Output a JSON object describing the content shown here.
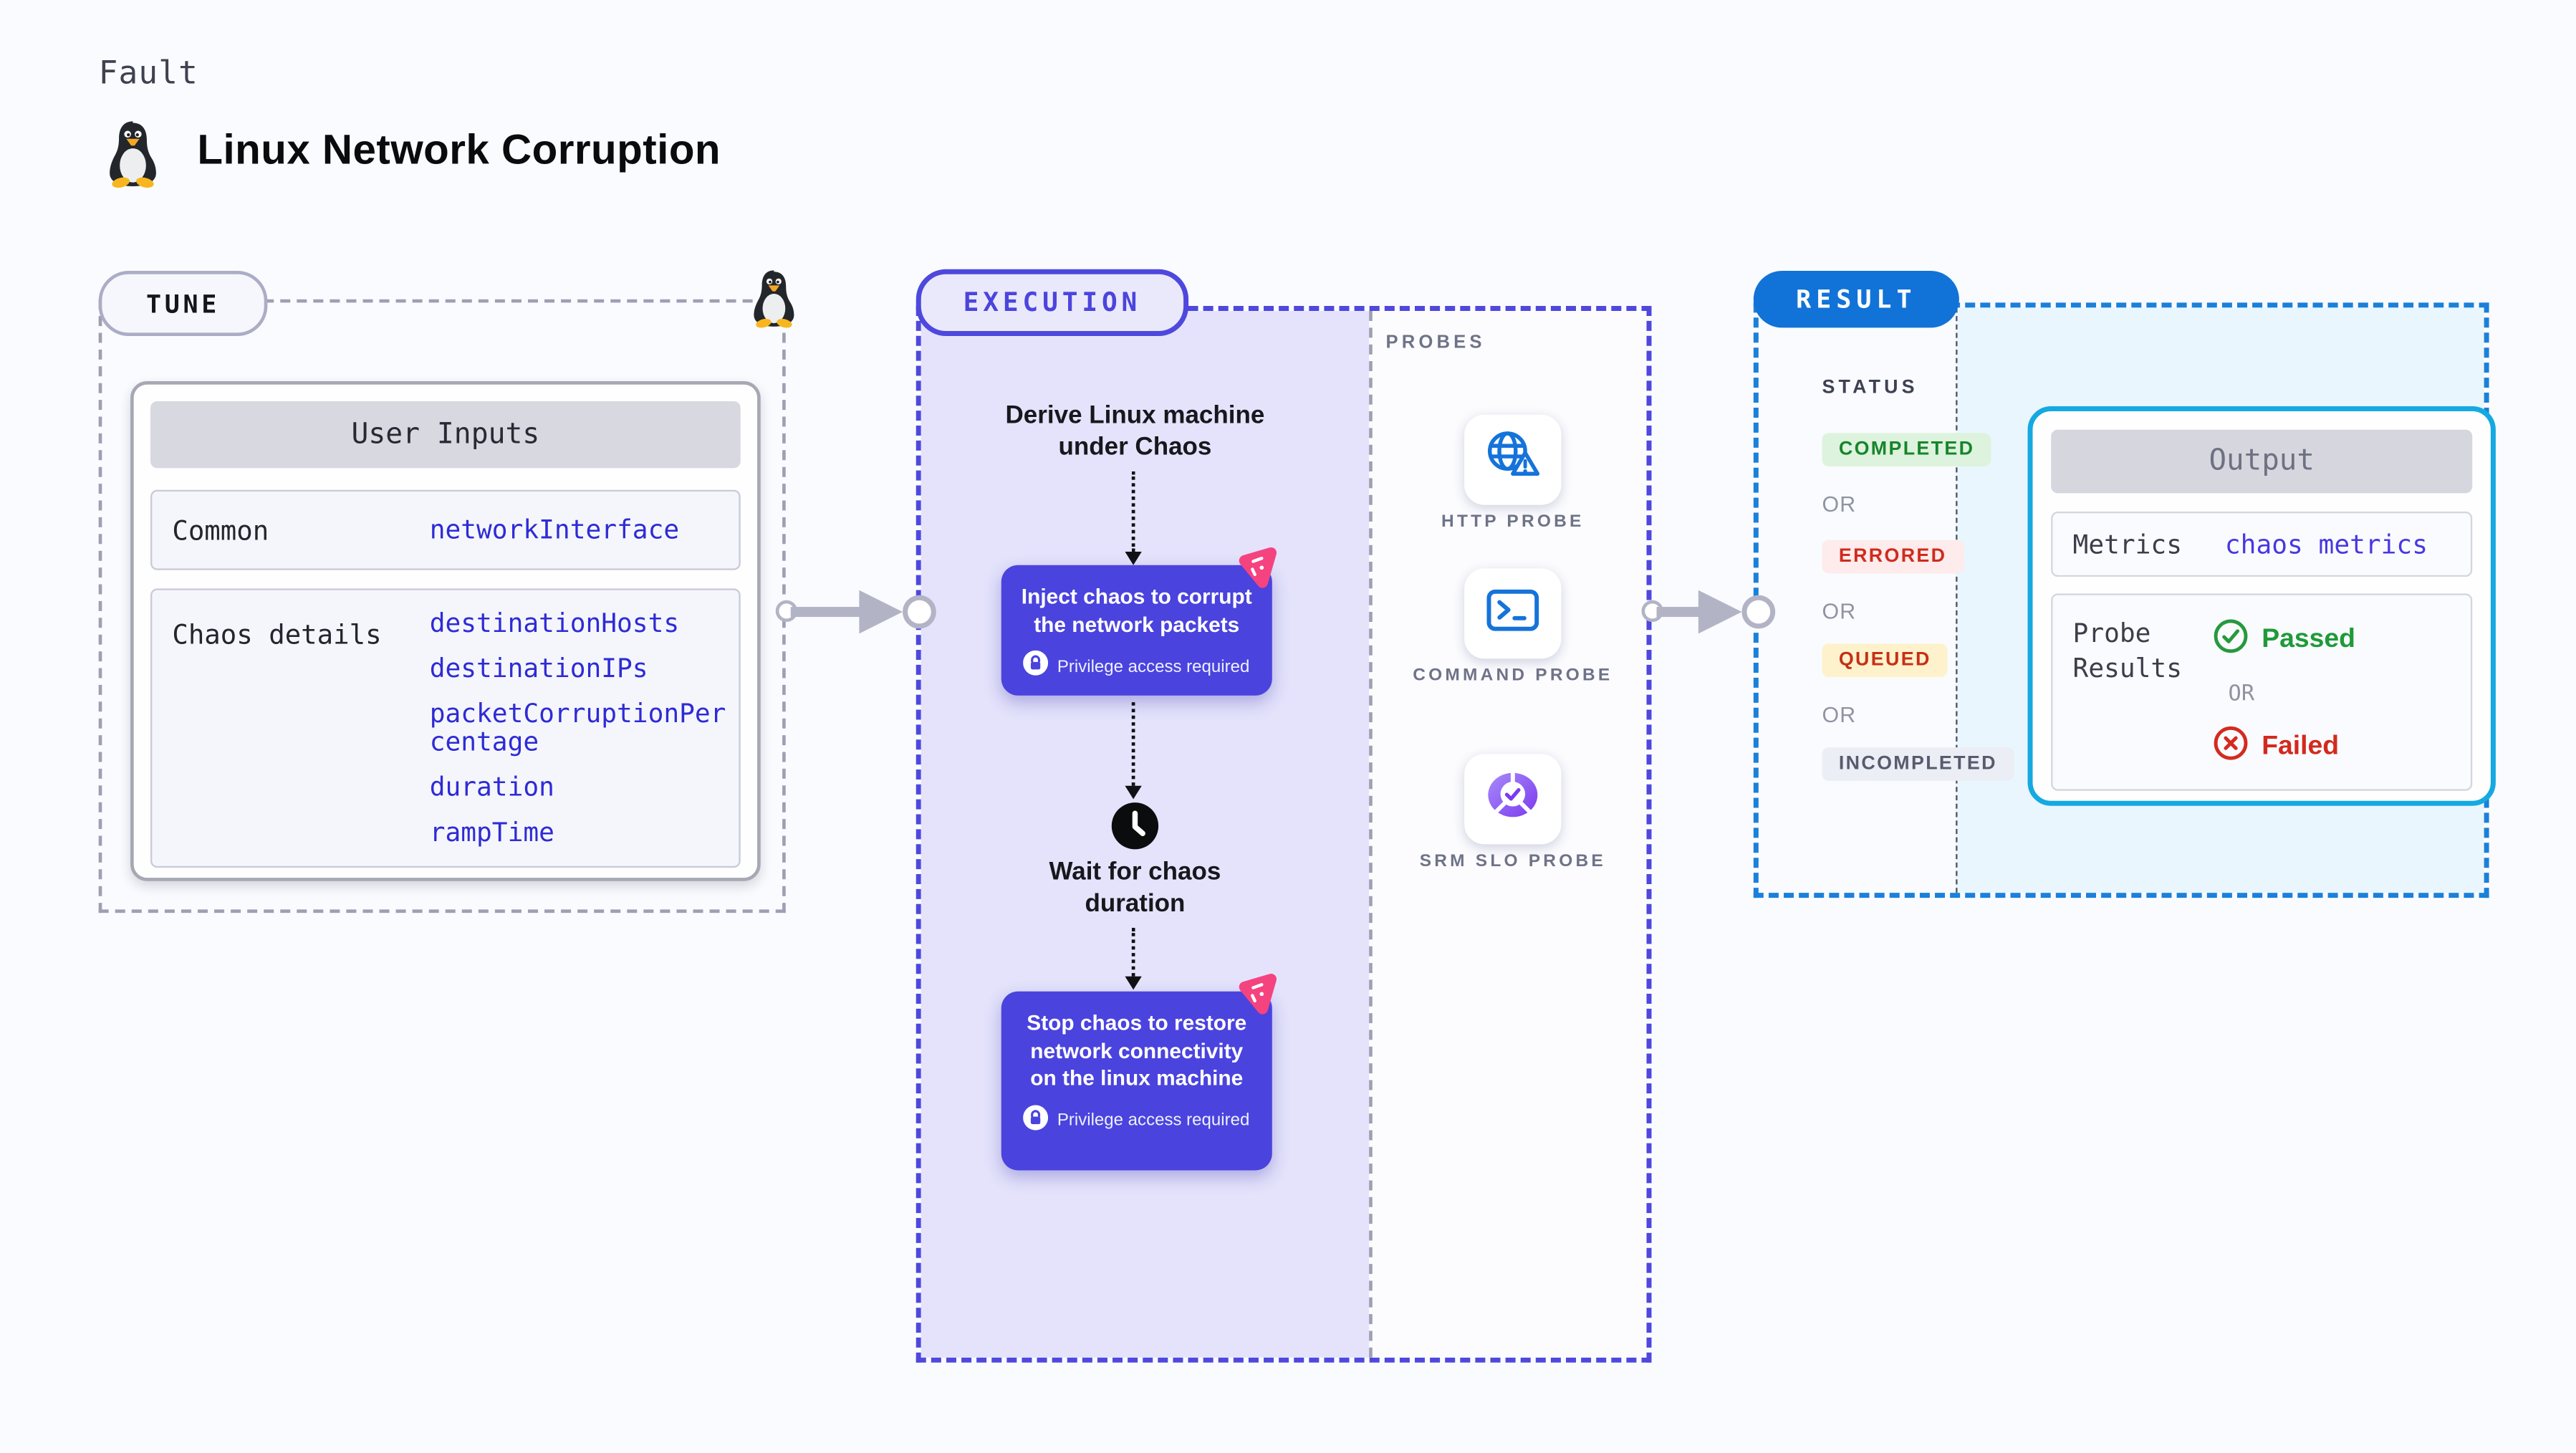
{
  "header": {
    "kicker": "Fault",
    "title": "Linux Network Corruption"
  },
  "tune": {
    "badge": "TUNE",
    "panel_title": "User Inputs",
    "rows": [
      {
        "label": "Common",
        "value": "networkInterface"
      },
      {
        "label": "Chaos details",
        "values": [
          "destinationHosts",
          "destinationIPs",
          "packetCorruptionPercentage",
          "duration",
          "rampTime"
        ]
      }
    ]
  },
  "execution": {
    "badge": "EXECUTION",
    "steps": {
      "derive": "Derive Linux machine under Chaos",
      "inject": "Inject chaos to corrupt the network packets",
      "wait": "Wait for chaos duration",
      "stop": "Stop chaos to restore network connectivity on the linux machine"
    },
    "privilege_note": "Privilege access required"
  },
  "probes": {
    "label": "PROBES",
    "items": [
      {
        "label": "HTTP PROBE"
      },
      {
        "label": "COMMAND PROBE"
      },
      {
        "label": "SRM SLO PROBE"
      }
    ]
  },
  "result": {
    "badge": "RESULT",
    "status_label": "STATUS",
    "or_label": "OR",
    "statuses": [
      {
        "label": "COMPLETED",
        "bg": "#ddf3dd",
        "color": "#17852c"
      },
      {
        "label": "ERRORED",
        "bg": "#fdeceb",
        "color": "#d02a1e"
      },
      {
        "label": "QUEUED",
        "bg": "#fdf2cc",
        "color": "#c62f16"
      },
      {
        "label": "INCOMPLETED",
        "bg": "#eceef6",
        "color": "#565b6e"
      }
    ],
    "output": {
      "title": "Output",
      "metrics_label": "Metrics",
      "metrics_value": "chaos metrics",
      "probe_results_label": "Probe Results",
      "passed_label": "Passed",
      "failed_label": "Failed"
    }
  },
  "icons": {
    "penguin": "tux-penguin-icon",
    "chaos": "chaos-experiment-icon",
    "lock": "lock-icon",
    "clock": "clock-icon",
    "http_probe": "globe-warning-icon",
    "command_probe": "terminal-icon",
    "srm_probe": "slo-donut-check-icon",
    "passed": "check-circle-icon",
    "failed": "x-circle-icon"
  },
  "colors": {
    "page_bg": "#fafbff",
    "node_indigo": "#4a43de",
    "execution_border": "#4e48dd",
    "execution_fill": "#e4e3fb",
    "result_badge_blue": "#1173d7",
    "result_border_blue": "#1b80d9",
    "output_border_cyan": "#15a9e1",
    "result_fill_cyan": "#e9f6fd",
    "input_value_blue": "#2e2bd5",
    "metrics_value_blue": "#4838e2",
    "passed_green": "#1f9a3a",
    "failed_red": "#d22a1e",
    "arrow_grey": "#b2b4c6",
    "chaos_pink": "#f5437f",
    "probe_icon_blue": "#1573da"
  }
}
